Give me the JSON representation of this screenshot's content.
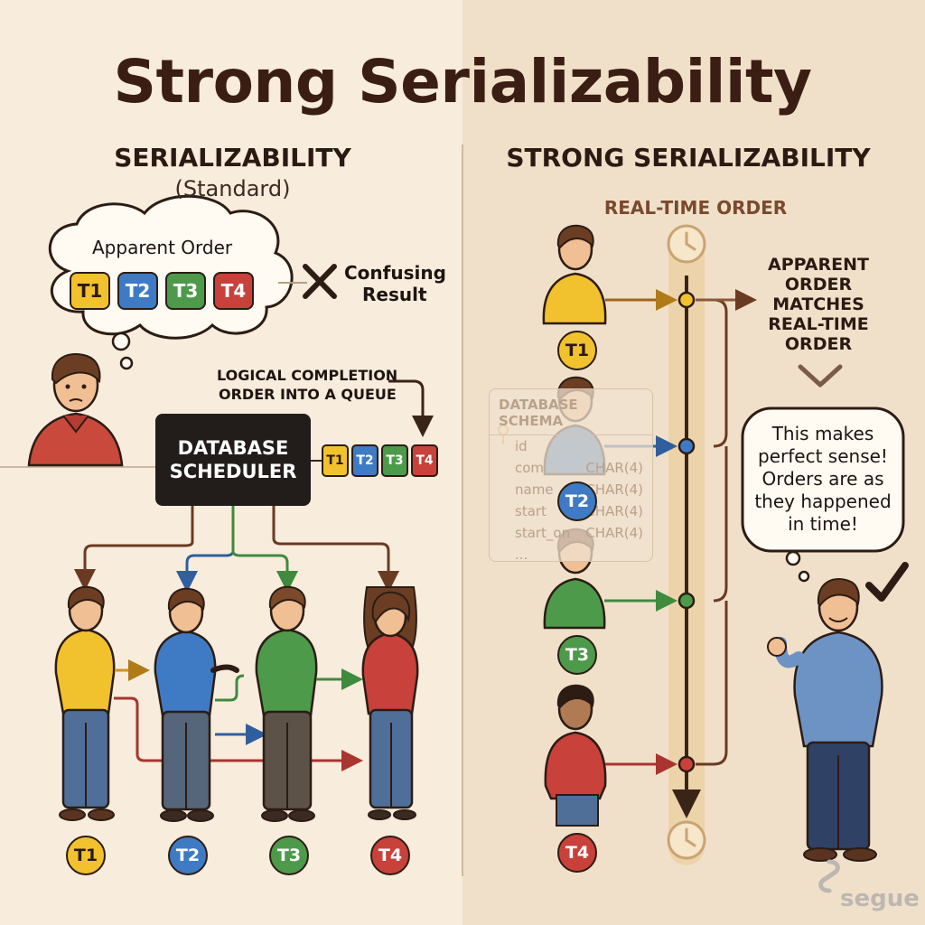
{
  "title": "Strong Serializability",
  "left": {
    "heading": "SERIALIZABILITY",
    "subheading": "(Standard)",
    "thought_label": "Apparent Order",
    "thought_chips": [
      "T1",
      "T2",
      "T3",
      "T4"
    ],
    "result_label_line1": "Confusing",
    "result_label_line2": "Result",
    "queue_label_line1": "LOGICAL COMPLETION",
    "queue_label_line2": "ORDER INTO A QUEUE",
    "scheduler_line1": "DATABASE",
    "scheduler_line2": "SCHEDULER",
    "queue_chips": [
      "T1",
      "T2",
      "T3",
      "T4"
    ],
    "person_badges": [
      "T1",
      "T2",
      "T3",
      "T4"
    ]
  },
  "right": {
    "heading": "STRONG SERIALIZABILITY",
    "timeline_label": "REAL-TIME ORDER",
    "apparent_line1": "APPARENT",
    "apparent_line2": "ORDER",
    "apparent_line3": "MATCHES",
    "apparent_line4": "REAL-TIME",
    "apparent_line5": "ORDER",
    "speech_line1": "This makes",
    "speech_line2": "perfect sense!",
    "speech_line3": "Orders are as",
    "speech_line4": "they happened",
    "speech_line5": "in time!",
    "person_badges": [
      "T1",
      "T2",
      "T3",
      "T4"
    ],
    "schema": {
      "title": "DATABASE SCHEMA",
      "rows": [
        {
          "name": "id",
          "type": ""
        },
        {
          "name": "com",
          "type": "CHAR(4)"
        },
        {
          "name": "name",
          "type": "CHAR(4)"
        },
        {
          "name": "start",
          "type": "CHAR(4)"
        },
        {
          "name": "start_on",
          "type": "CHAR(4)"
        },
        {
          "name": "...",
          "type": ""
        }
      ]
    }
  },
  "watermark": "segue",
  "colors": {
    "t1": "#f2c12e",
    "t2": "#3e7bc4",
    "t3": "#4c9a4a",
    "t4": "#c8413a",
    "timeline": "#3a2418",
    "ink": "#2a1a12"
  },
  "icons": [
    "cross-icon",
    "check-icon",
    "clock-icon",
    "key-icon",
    "segue-logo-icon"
  ]
}
